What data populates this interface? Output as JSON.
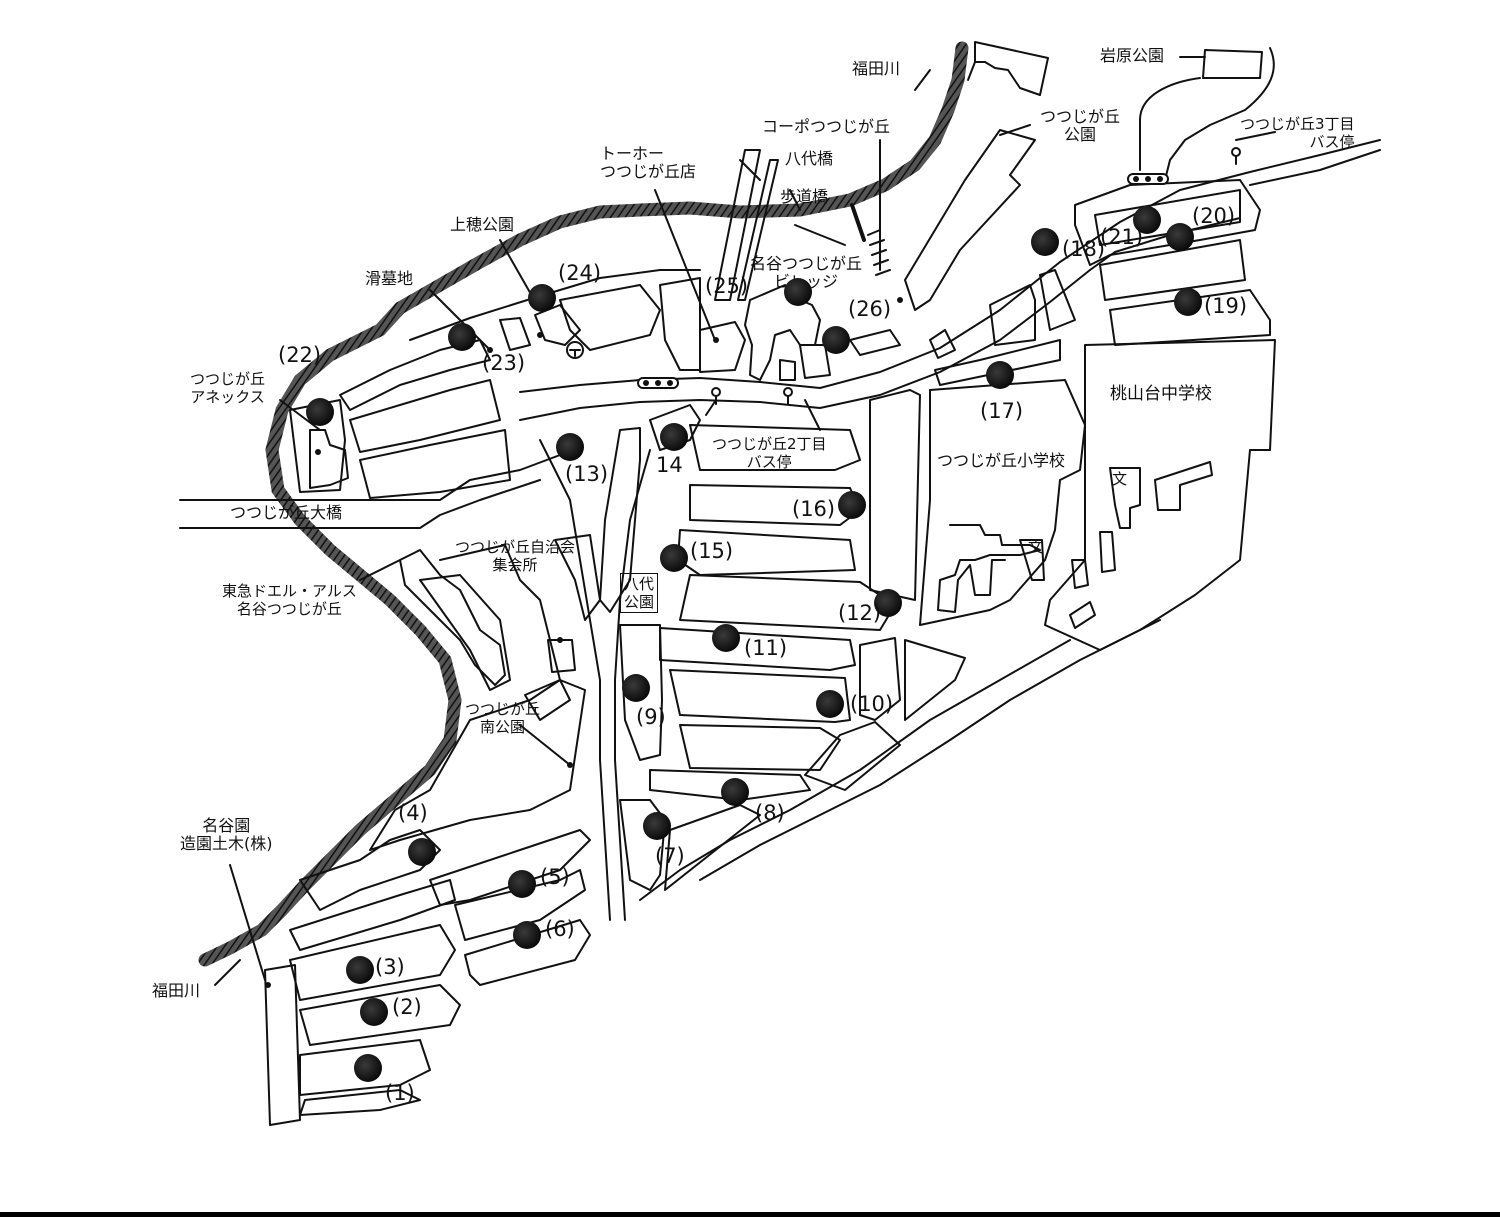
{
  "labels": {
    "iwahara_park": "岩原公園",
    "fukudagawa_top": "福田川",
    "coop": "コーポつつじが丘",
    "tsutsujigaoka_park": "つつじが丘\n公園",
    "bus3": "つつじが丘3丁目\nバス停",
    "toho": "トーホー\nつつじが丘店",
    "yashiro_bridge": "八代橋",
    "hodoukyou": "歩道橋",
    "kamiho_park": "上穂公園",
    "nagatani_village": "名谷つつじが丘\nビレッジ",
    "katsuraku": "滑墓地",
    "annex": "つつじが丘\nアネックス",
    "bus2": "つつじが丘2丁目\nバス停",
    "momoyamadai": "桃山台中学校",
    "elem_school": "つつじが丘小学校",
    "ohashi": "つつじが丘大橋",
    "jichikai": "つつじが丘自治会\n集会所",
    "tokyu": "東急ドエル・アルス\n名谷つつじが丘",
    "yashiro_park": "八代\n公園",
    "south_park": "つつじが丘\n南公園",
    "nagataniEn": "名谷園\n造園土木(株)",
    "fukudagawa_bottom": "福田川",
    "bun1": "文",
    "bun2": "文"
  },
  "markers": [
    {
      "num": "(1)"
    },
    {
      "num": "(2)"
    },
    {
      "num": "(3)"
    },
    {
      "num": "(4)"
    },
    {
      "num": "(5)"
    },
    {
      "num": "(6)"
    },
    {
      "num": "(7)"
    },
    {
      "num": "(8)"
    },
    {
      "num": "(9)"
    },
    {
      "num": "(10)"
    },
    {
      "num": "(11)"
    },
    {
      "num": "(12)"
    },
    {
      "num": "(13)"
    },
    {
      "num": "14"
    },
    {
      "num": "(15)"
    },
    {
      "num": "(16)"
    },
    {
      "num": "(17)"
    },
    {
      "num": "(18)"
    },
    {
      "num": "(19)"
    },
    {
      "num": "(20)"
    },
    {
      "num": "(21)"
    },
    {
      "num": "(22)"
    },
    {
      "num": "(23)"
    },
    {
      "num": "(24)"
    },
    {
      "num": "(25)"
    },
    {
      "num": "(26)"
    }
  ],
  "colors": {
    "ink": "#111111",
    "river": "#2b2b2b",
    "marker": "#141414"
  }
}
